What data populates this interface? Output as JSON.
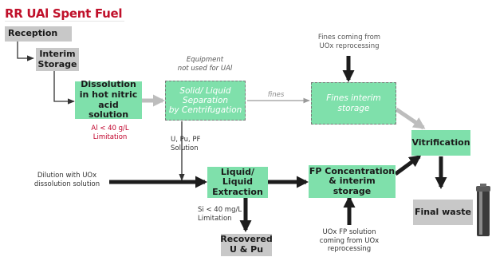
{
  "title": "RR UAl Spent Fuel",
  "boxes": {
    "reception": "Reception",
    "interim_storage": "Interim\nStorage",
    "dissolution": "Dissolution\nin hot nitric acid\nsolution",
    "solid_liquid": "Solid/ Liquid\nSeparation\nby Centrifugation",
    "fines_interim": "Fines interim\nstorage",
    "liquid_liquid": "Liquid/ Liquid\nExtraction",
    "fp_concentration": "FP Concentration\n& interim storage",
    "vitrification": "Vitrification",
    "final_waste": "Final waste",
    "recovered": "Recovered\nU & Pu"
  },
  "labels": {
    "al_limitation": "Al < 40 g/L\nLimitation",
    "equipment_note": "Equipment\nnot used for UAl",
    "fines_arrow": "fines",
    "fines_uox": "Fines coming from\nUOx reprocessing",
    "u_pu_pf": "U, Pu, PF\nSolution",
    "dilution": "Dilution with UOx\ndissolution solution",
    "si_limitation": "Si < 40 mg/L\nLimitation",
    "uox_fp": "UOx FP solution\ncoming from UOx\nreprocessing"
  },
  "colors": {
    "process_box": "#7fe0ab",
    "terminal_box": "#c8c8c8",
    "title": "#c0102a",
    "limitation_text": "#c0002a"
  },
  "icons": {
    "canister": "vitrified-waste-canister"
  }
}
